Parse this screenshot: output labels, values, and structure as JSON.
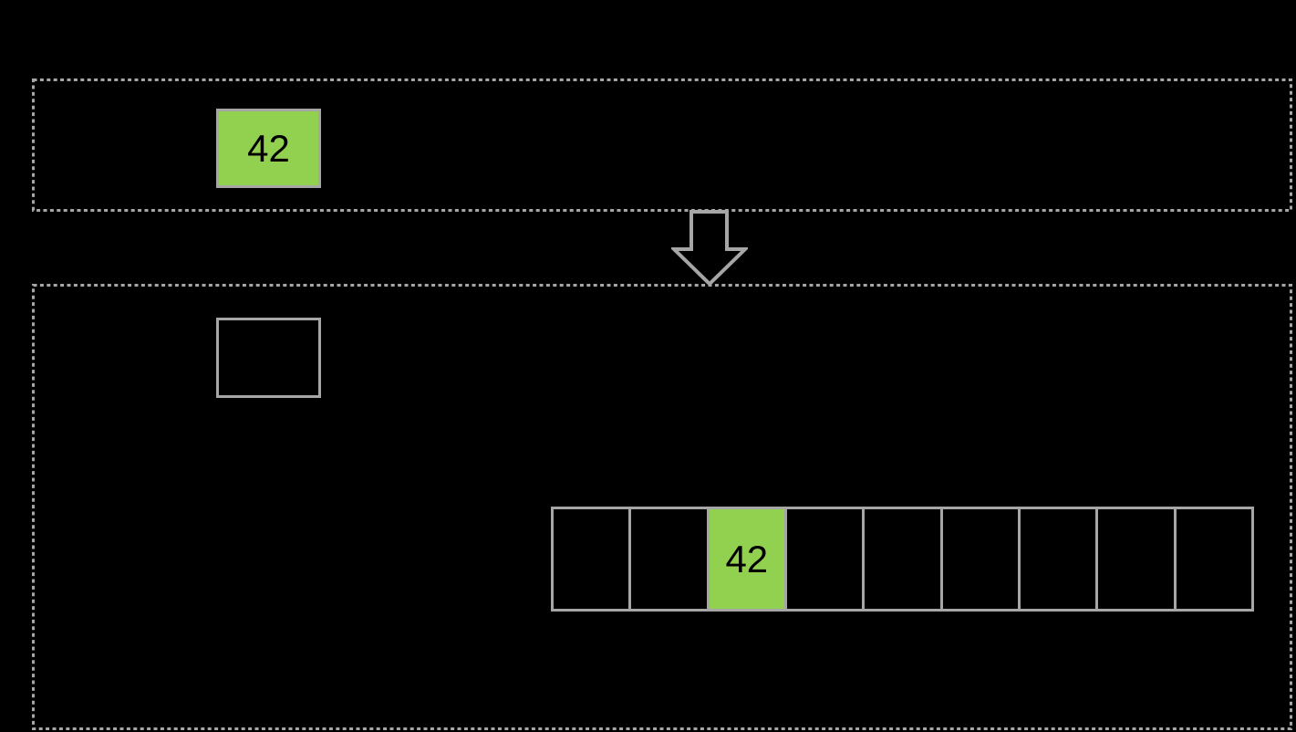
{
  "colors": {
    "background": "#000000",
    "green": "#92d050",
    "gray": "#a6a6a6",
    "text": "#000000"
  },
  "stack_panel": {
    "box_value": "42"
  },
  "arrow": {
    "icon": "down-arrow",
    "direction": "down"
  },
  "heap_panel": {
    "empty_box_value": "",
    "array": {
      "cells": [
        "",
        "",
        "42",
        "",
        "",
        "",
        "",
        "",
        ""
      ],
      "highlighted_index": 2
    }
  }
}
